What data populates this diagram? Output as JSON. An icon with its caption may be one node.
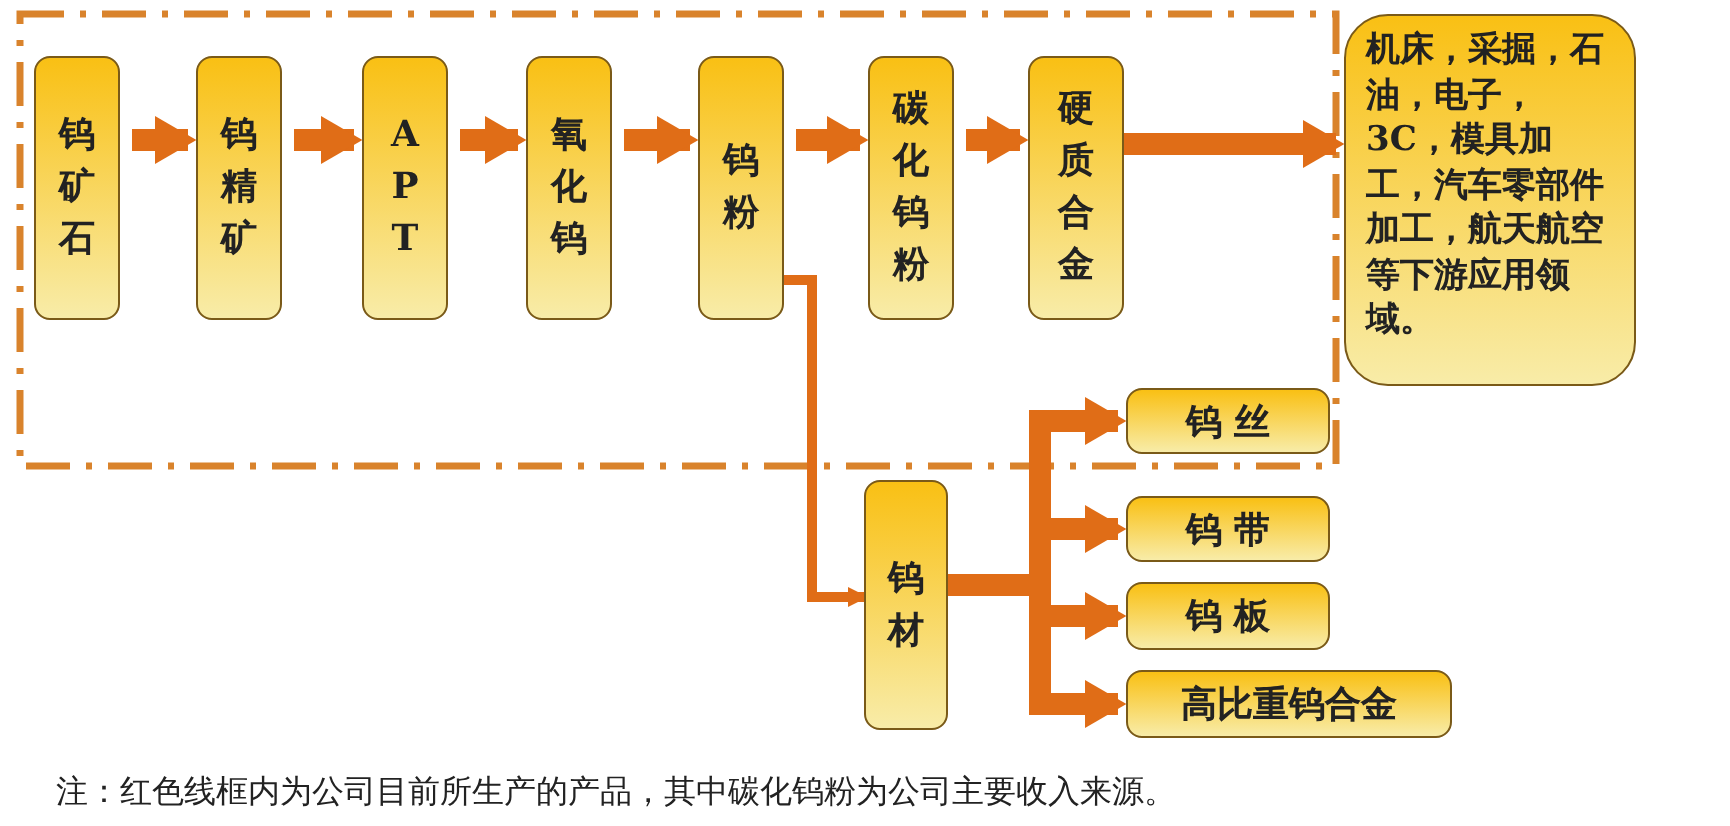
{
  "diagram": {
    "caption": "注：红色线框内为公司目前所生产的产品，其中碳化钨粉为公司主要收入来源。",
    "nodes": [
      {
        "text": [
          "钨矿石"
        ]
      },
      {
        "text": [
          "钨精矿"
        ]
      },
      {
        "text": [
          "APT"
        ]
      },
      {
        "text": [
          "氧化钨"
        ]
      },
      {
        "text": [
          "钨粉"
        ]
      },
      {
        "text": [
          "碳化钨粉"
        ]
      },
      {
        "text": [
          "硬质合金"
        ]
      },
      {
        "text": [
          "机床，采掘，石油，电子，3C，模具加工，汽车零部件加工，航天航空等下游应用领域。"
        ]
      },
      {
        "text": [
          "钨材"
        ]
      },
      {
        "text": [
          "钨 丝"
        ]
      },
      {
        "text": [
          "钨 带"
        ]
      },
      {
        "text": [
          "钨 板"
        ]
      },
      {
        "text": [
          "高比重钨合金"
        ]
      }
    ],
    "edges": [
      {
        "from": 0,
        "to": 1,
        "arrow": "to"
      },
      {
        "from": 1,
        "to": 2,
        "arrow": "to"
      },
      {
        "from": 2,
        "to": 3,
        "arrow": "to"
      },
      {
        "from": 3,
        "to": 4,
        "arrow": "to"
      },
      {
        "from": 4,
        "to": 5,
        "arrow": "to"
      },
      {
        "from": 5,
        "to": 6,
        "arrow": "to"
      },
      {
        "from": 6,
        "to": 7,
        "arrow": "to"
      },
      {
        "from": 4,
        "to": 8,
        "arrow": "to"
      },
      {
        "from": 8,
        "to": 9,
        "arrow": "to"
      },
      {
        "from": 8,
        "to": 10,
        "arrow": "to"
      },
      {
        "from": 8,
        "to": 11,
        "arrow": "to"
      },
      {
        "from": 8,
        "to": 12,
        "arrow": "to"
      }
    ]
  }
}
